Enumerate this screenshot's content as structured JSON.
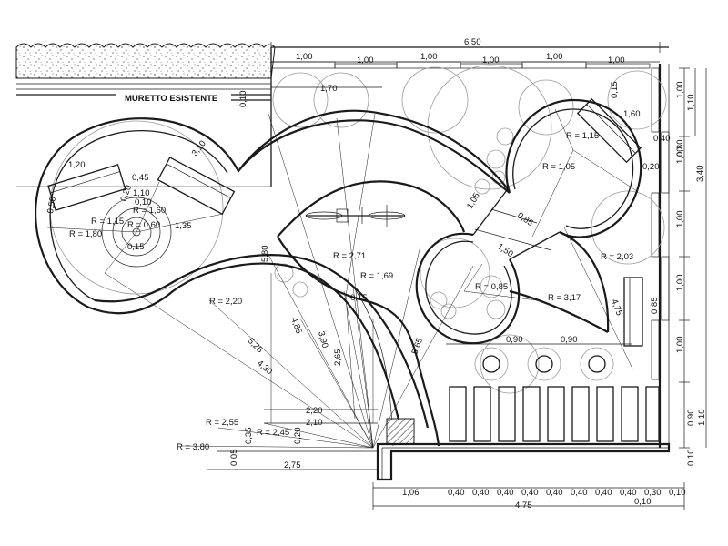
{
  "labels": {
    "wall": "MURETTO ESISTENTE"
  },
  "dimensions": {
    "top_total": "6,50",
    "top_1": "1,00",
    "top_2": "1,00",
    "top_3": "1,00",
    "top_4": "1,00",
    "top_5": "1,00",
    "top_6": "1,00",
    "d_170": "1,70",
    "d_010_wall": "0,10",
    "d_015_top": "0,15",
    "d_160_bench": "1,60",
    "d_040_r": "0,40",
    "d_030_r": "0,30",
    "d_020_r": "0,20",
    "right_100_a": "1,00",
    "right_110": "1,10",
    "right_100_b": "1,00",
    "right_340": "3,40",
    "right_100_c": "1,00",
    "right_100_d": "1,00",
    "right_100_e": "1,00",
    "right_085": "0,85",
    "right_090": "0,90",
    "right_110_b": "1,10",
    "right_010": "0,10",
    "bench_120": "1,20",
    "bench_045": "0,45",
    "bench_310": "3,10",
    "bench_050": "0,50",
    "bench_020": "0,20",
    "bench_110": "1,10",
    "bench_010": "0,10",
    "r_160": "R = 1,60",
    "r_115_left": "R = 1,15",
    "r_060": "R = 0,60",
    "d_135": "1,35",
    "r_180": "R = 1,80",
    "d_015_center": "0,15",
    "r_115_right": "R = 1,15",
    "r_105": "R = 1,05",
    "d_105": "1,05",
    "d_085_path": "0,85",
    "d_150": "1,50",
    "r_203": "R = 2,03",
    "r_317": "R = 3,17",
    "d_475_diag": "4,75",
    "r_085": "R = 0,85",
    "r_271": "R = 2,71",
    "d_580": "5,80",
    "r_169": "R = 1,69",
    "d_015_mid": "0,15",
    "r_220": "R = 2,20",
    "d_485": "4,85",
    "d_390": "3,90",
    "d_525": "5,25",
    "d_430": "4,30",
    "d_265": "2,65",
    "d_565": "5,65",
    "d_220": "2,20",
    "d_210": "2,10",
    "r_255": "R = 2,55",
    "d_035": "0,35",
    "r_245": "R = 2,45",
    "d_020_b": "0,20",
    "r_380": "R = 3,80",
    "d_005": "0,05",
    "d_275": "2,75",
    "d_090_a": "0,90",
    "d_090_b": "0,90",
    "bottom_106": "1,06",
    "bottom_040_1": "0,40",
    "bottom_040_2": "0,40",
    "bottom_040_3": "0,40",
    "bottom_040_4": "0,40",
    "bottom_040_5": "0,40",
    "bottom_040_6": "0,40",
    "bottom_040_7": "0,40",
    "bottom_040_8": "0,40",
    "bottom_030": "0,30",
    "bottom_010_a": "0,10",
    "bottom_475": "4,75",
    "bottom_010_b": "0,10"
  }
}
